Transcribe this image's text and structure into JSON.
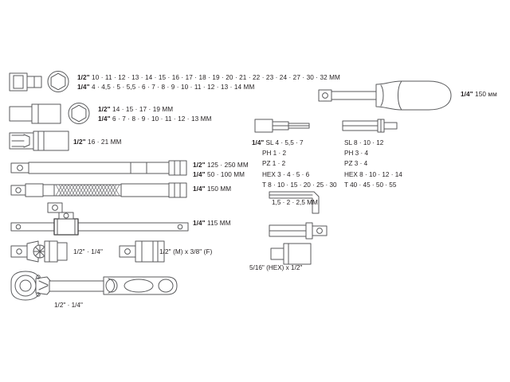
{
  "document": {
    "kind": "tool-set-contents-diagram",
    "background_color": "#ffffff",
    "line_color": "#58595b",
    "text_color": "#231f20"
  },
  "rows": {
    "standard_socket": {
      "icon_name": "standard-socket",
      "lines": [
        {
          "size": "1/2\"",
          "values": "10 · 11 · 12 · 13 · 14 · 15 · 16 · 17 · 18 · 19 · 20 · 21 · 22 · 23 · 24 · 27 · 30 · 32 MM"
        },
        {
          "size": "1/4\"",
          "values": "4 · 4,5 · 5 · 5,5 · 6 · 7 · 8 · 9 · 10 · 11 · 12 · 13 · 14 MM"
        }
      ]
    },
    "deep_socket": {
      "icon_name": "deep-socket",
      "lines": [
        {
          "size": "1/2\"",
          "values": "14 · 15 · 17 · 19 MM"
        },
        {
          "size": "1/4\"",
          "values": "6 · 7 · 8 · 9 · 10 · 11 · 12 · 13 MM"
        }
      ]
    },
    "spark_plug_socket": {
      "icon_name": "spark-plug-socket",
      "lines": [
        {
          "size": "1/2\"",
          "values": "16 · 21 MM"
        }
      ]
    },
    "extension_bar": {
      "icon_name": "extension-bar",
      "lines": [
        {
          "size": "1/2\"",
          "values": "125 · 250 MM"
        },
        {
          "size": "1/4\"",
          "values": "50 · 100 MM"
        }
      ]
    },
    "flexible_extension": {
      "icon_name": "flexible-extension-bar",
      "lines": [
        {
          "size": "1/4\"",
          "values": "150 MM"
        }
      ]
    },
    "sliding_t_bar": {
      "icon_name": "sliding-t-bar",
      "lines": [
        {
          "size": "1/4\"",
          "values": "115 MM"
        }
      ]
    },
    "universal_joint": {
      "icon_name": "universal-joint",
      "label": "1/2\" · 1/4\""
    },
    "socket_adapter": {
      "icon_name": "socket-adapter",
      "label": "1/2\" (M) x 3/8\" (F)"
    },
    "ratchet_handle": {
      "icon_name": "ratchet-handle",
      "label": "1/2\" · 1/4\""
    }
  },
  "screwdriver": {
    "icon_name": "bit-screwdriver-handle",
    "size": "1/4\"",
    "length": "150 мм"
  },
  "bits_short": {
    "icon_name": "short-bit",
    "size": "1/4\"",
    "rows": [
      "SL 4 · 5,5 · 7",
      "PH 1 · 2",
      "PZ 1 · 2",
      "HEX 3 · 4 · 5 · 6",
      "T 8 · 10 · 15 · 20 · 25 · 30"
    ]
  },
  "bits_long": {
    "icon_name": "long-bit",
    "rows": [
      "SL 8 · 10 · 12",
      "PH 3 · 4",
      "PZ 3 · 4",
      "HEX 8 · 10 · 12 · 14",
      "T 40 · 45 · 50 · 55"
    ]
  },
  "hex_key": {
    "icon_name": "hex-key",
    "label": "1,5 · 2 · 2,5 MM"
  },
  "bit_holder": {
    "icon_name": "bit-holder"
  },
  "hex_adapter": {
    "icon_name": "hex-to-square-adapter",
    "label": "5/16\" (HEX) x 1/2\""
  }
}
